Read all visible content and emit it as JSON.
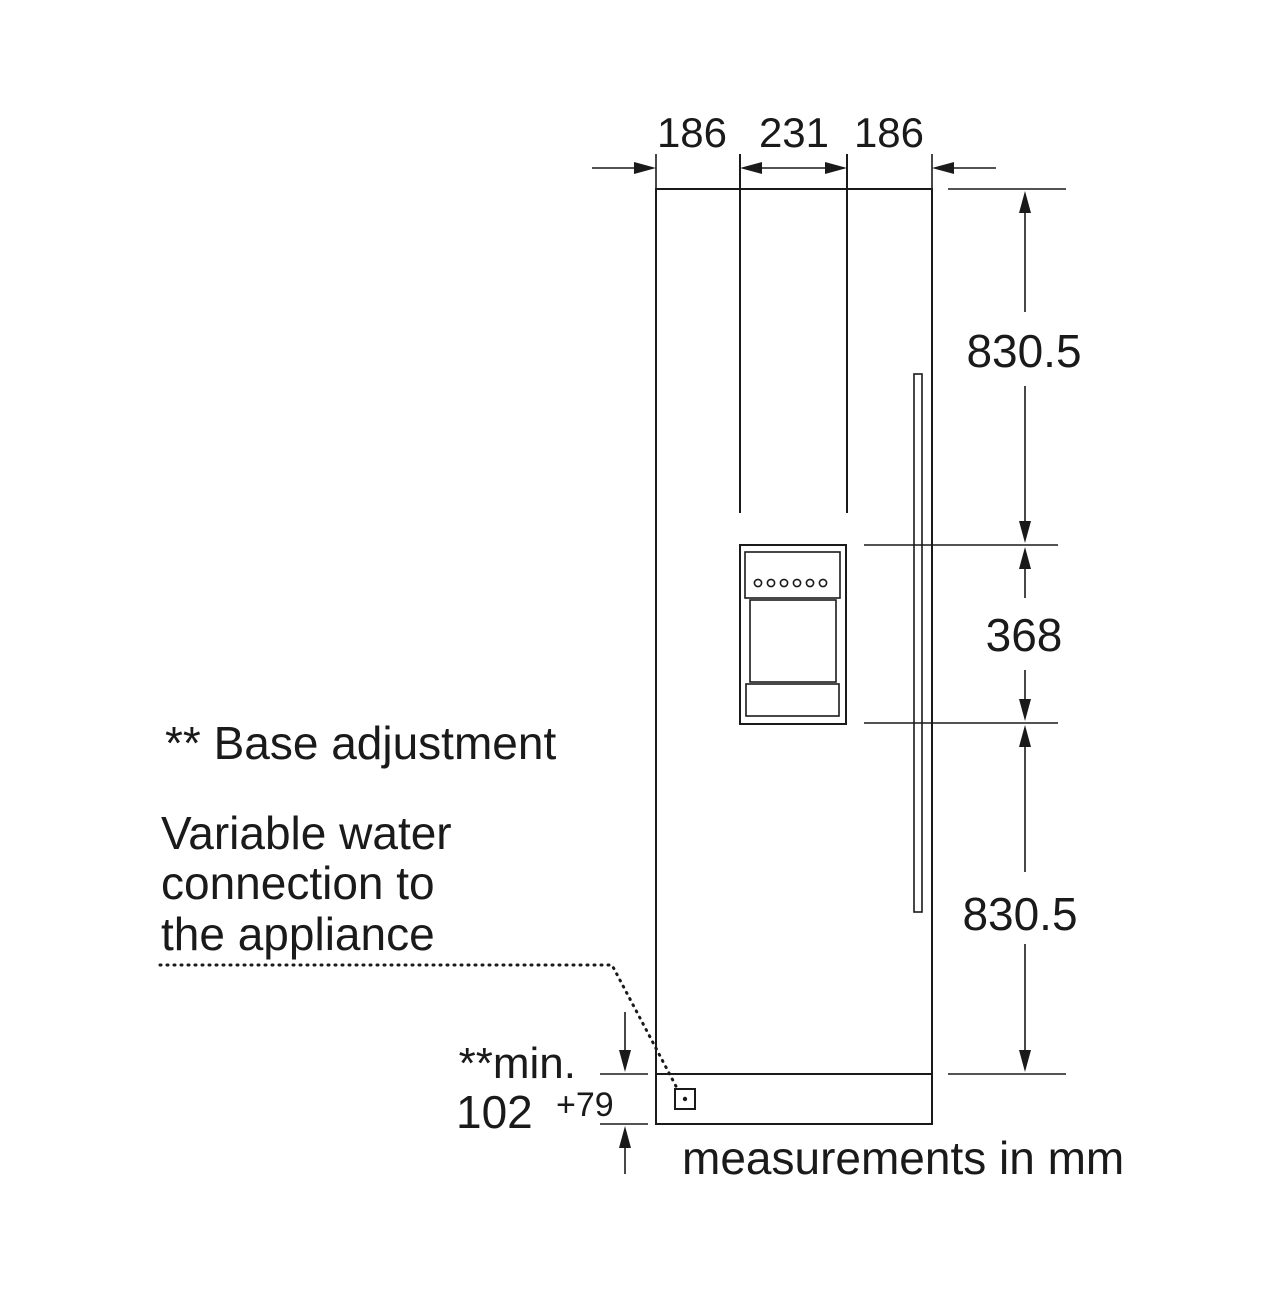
{
  "dimensions": {
    "top_left_margin": "186",
    "top_center": "231",
    "top_right_margin": "186",
    "upper_height": "830.5",
    "dispenser_height": "368",
    "lower_height": "830.5",
    "base_min_label": "**min.",
    "base_value": "102",
    "base_tolerance": "+79"
  },
  "notes": {
    "base_adjustment": "** Base adjustment",
    "water_line_1": "Variable water",
    "water_line_2": "connection to",
    "water_line_3": "the appliance",
    "units": "measurements in mm"
  },
  "colors": {
    "line": "#1a1a1a",
    "background": "#ffffff"
  }
}
